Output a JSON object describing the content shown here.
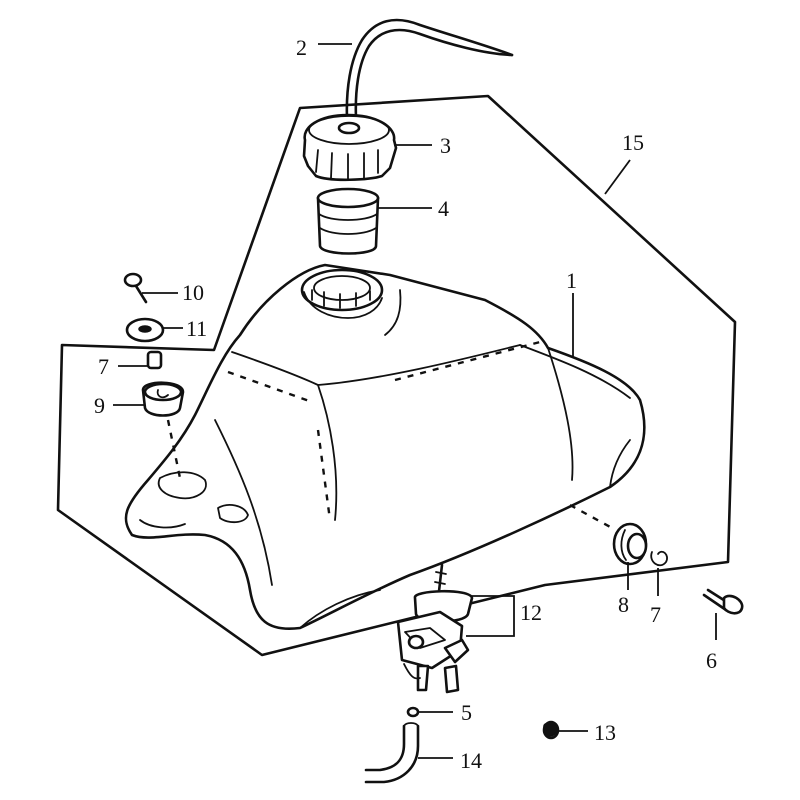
{
  "callouts": [
    {
      "id": "1",
      "label": "1"
    },
    {
      "id": "2",
      "label": "2"
    },
    {
      "id": "3",
      "label": "3"
    },
    {
      "id": "4",
      "label": "4"
    },
    {
      "id": "5",
      "label": "5"
    },
    {
      "id": "6",
      "label": "6"
    },
    {
      "id": "7a",
      "label": "7"
    },
    {
      "id": "7b",
      "label": "7"
    },
    {
      "id": "8",
      "label": "8"
    },
    {
      "id": "9",
      "label": "9"
    },
    {
      "id": "10",
      "label": "10"
    },
    {
      "id": "11",
      "label": "11"
    },
    {
      "id": "12",
      "label": "12"
    },
    {
      "id": "13",
      "label": "13"
    },
    {
      "id": "14",
      "label": "14"
    },
    {
      "id": "15",
      "label": "15"
    }
  ],
  "colors": {
    "ink": "#111111",
    "paper": "#ffffff"
  }
}
